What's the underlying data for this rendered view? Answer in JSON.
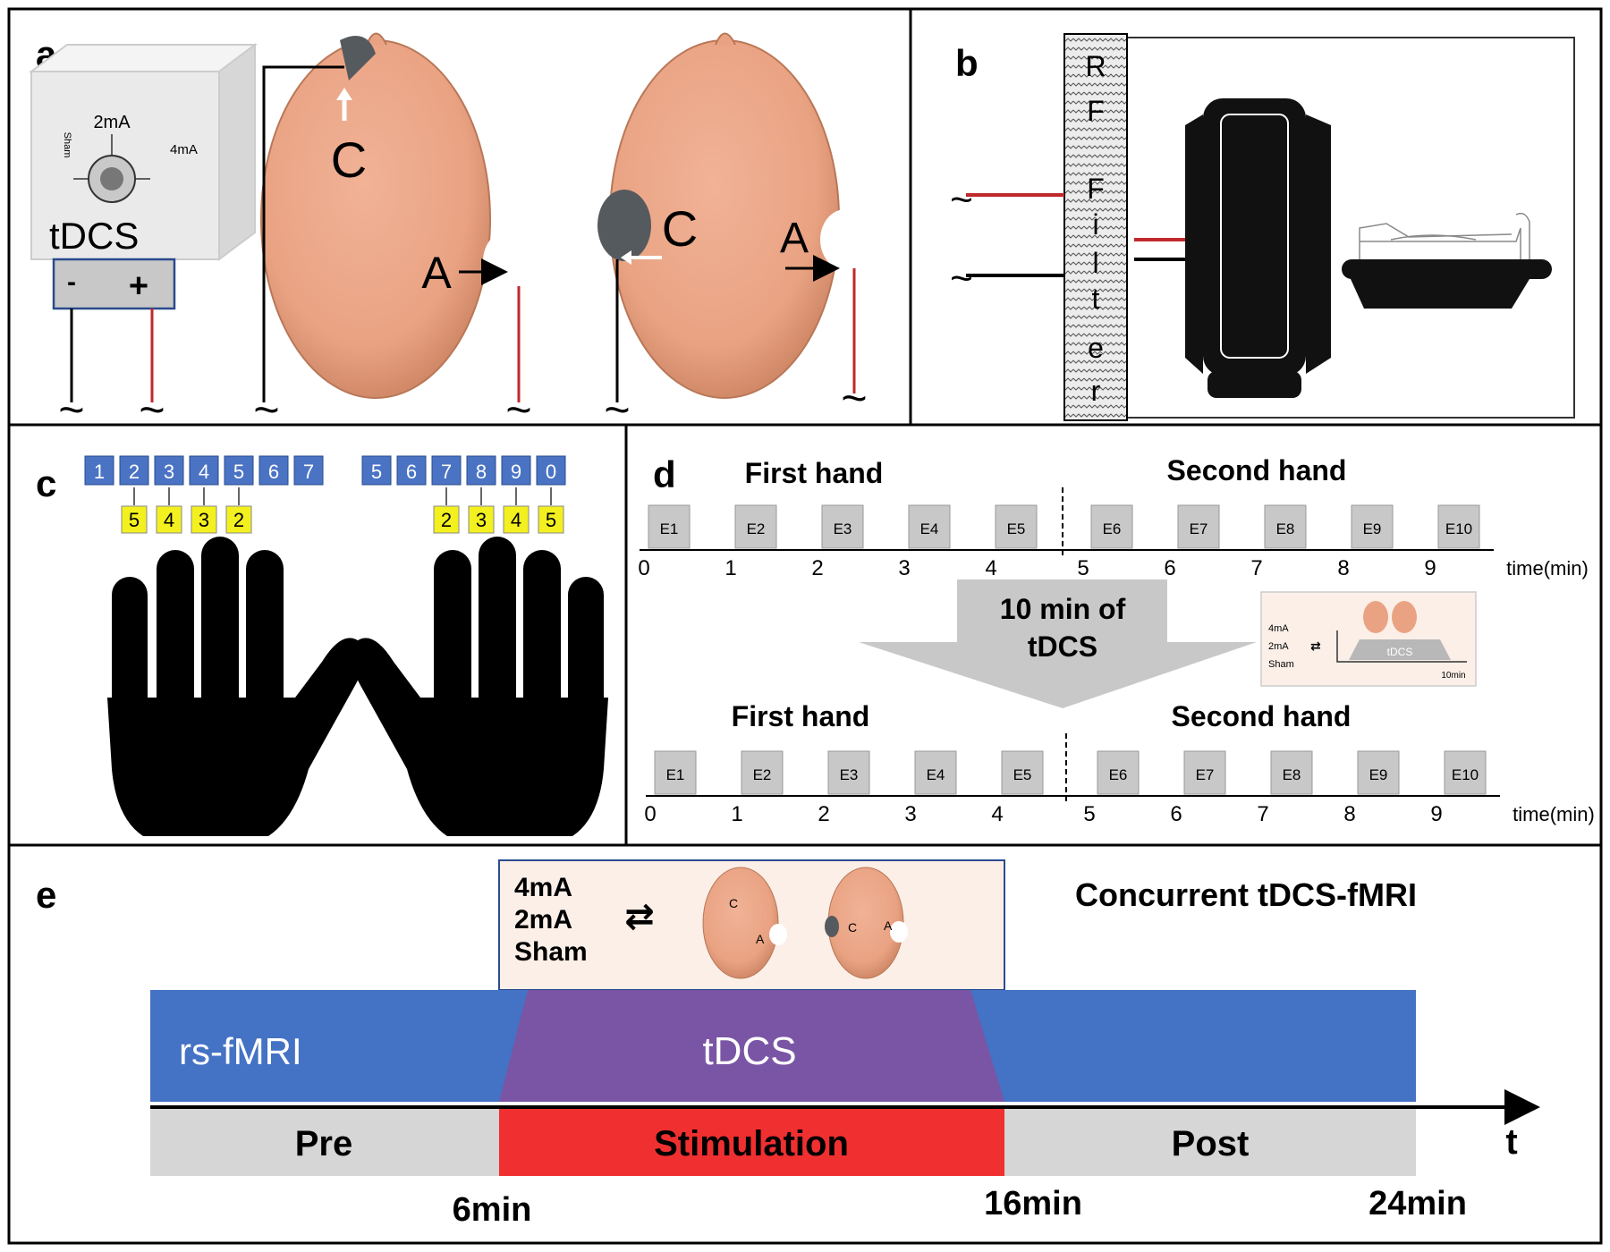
{
  "panel_a": {
    "letter": "a",
    "device": {
      "dial_top": "2mA",
      "dial_left": "Sham",
      "dial_right": "4mA",
      "name": "tDCS",
      "minus": "-",
      "plus": "+"
    },
    "labels": {
      "cathode": "C",
      "anode": "A"
    },
    "ground": "~"
  },
  "panel_b": {
    "letter": "b",
    "filter_letters": [
      "R",
      "F",
      "F",
      "i",
      "l",
      "t",
      "e",
      "r"
    ],
    "ground": "~"
  },
  "panel_c": {
    "letter": "c",
    "left_keys": [
      "1",
      "2",
      "3",
      "4",
      "5",
      "6",
      "7"
    ],
    "right_keys": [
      "5",
      "6",
      "7",
      "8",
      "9",
      "0"
    ],
    "left_fingers": [
      "5",
      "4",
      "3",
      "2"
    ],
    "right_fingers": [
      "2",
      "3",
      "4",
      "5"
    ]
  },
  "panel_d": {
    "letter": "d",
    "first_hand": "First hand",
    "second_hand": "Second hand",
    "blocks": [
      "E1",
      "E2",
      "E3",
      "E4",
      "E5",
      "E6",
      "E7",
      "E8",
      "E9",
      "E10"
    ],
    "ticks": [
      "0",
      "1",
      "2",
      "3",
      "4",
      "5",
      "6",
      "7",
      "8",
      "9"
    ],
    "time_label": "time(min)",
    "arrow_text": [
      "10 min of",
      "tDCS"
    ],
    "inset": {
      "conditions": [
        "4mA",
        "2mA",
        "Sham"
      ],
      "bar_label": "tDCS",
      "duration": "10min"
    }
  },
  "panel_e": {
    "letter": "e",
    "conditions": [
      "4mA",
      "2mA",
      "Sham"
    ],
    "head_labels": {
      "cathode": "C",
      "anode": "A"
    },
    "title": "Concurrent  tDCS-fMRI",
    "rs_label": "rs-fMRI",
    "tdcs_label": "tDCS",
    "phases": [
      "Pre",
      "Stimulation",
      "Post"
    ],
    "times": [
      "6min",
      "16min",
      "24min"
    ],
    "axis_label": "t"
  },
  "colors": {
    "head": "#e9a383",
    "electrode_dark": "#555a5e",
    "key_blue": "#4a73c4",
    "key_yellow": "#f3f020",
    "fmri_blue": "#4472c4",
    "tdcs_purple": "#7a55a5",
    "stim_red": "#f03030",
    "phase_gray": "#d6d6d6",
    "wire_red": "#c0282c"
  }
}
